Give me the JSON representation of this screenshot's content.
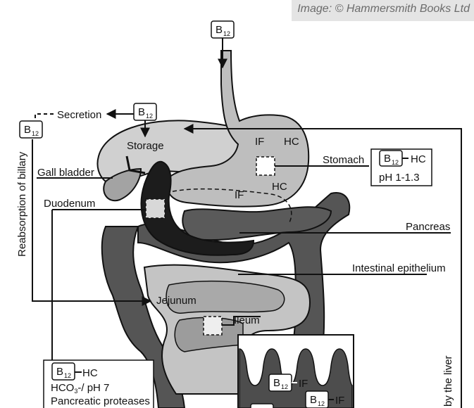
{
  "credit": "Image: © Hammersmith Books Ltd",
  "labels": {
    "secretion": "Secretion",
    "storage": "Storage",
    "gall_bladder": "Gall bladder",
    "duodenum": "Duodenum",
    "stomach": "Stomach",
    "pancreas": "Pancreas",
    "intestinal_epithelium": "Intestinal epithelium",
    "jejunum": "Jejunum",
    "ileum": "Ileum",
    "reabsorption": "Reabsorption of billary",
    "by_liver": "by the liver"
  },
  "markers": {
    "b": "B",
    "sub": "12",
    "if": "IF",
    "hc": "HC"
  },
  "stomach_box": {
    "hc": "HC",
    "ph": "pH 1-1.3"
  },
  "pancreas_box": {
    "hc": "HC",
    "line1": "HCO",
    "line1_sub": "3",
    "line1_rest": "-/ pH 7",
    "line2": "Pancreatic proteases"
  },
  "colors": {
    "liver": "#d0d0d0",
    "stomach": "#bebebe",
    "duodenum": "#1c1c1c",
    "pancreas": "#5a5a5a",
    "colon": "#555555",
    "small_intestine": "#c4c4c4",
    "villi": "#4d4d4d"
  }
}
